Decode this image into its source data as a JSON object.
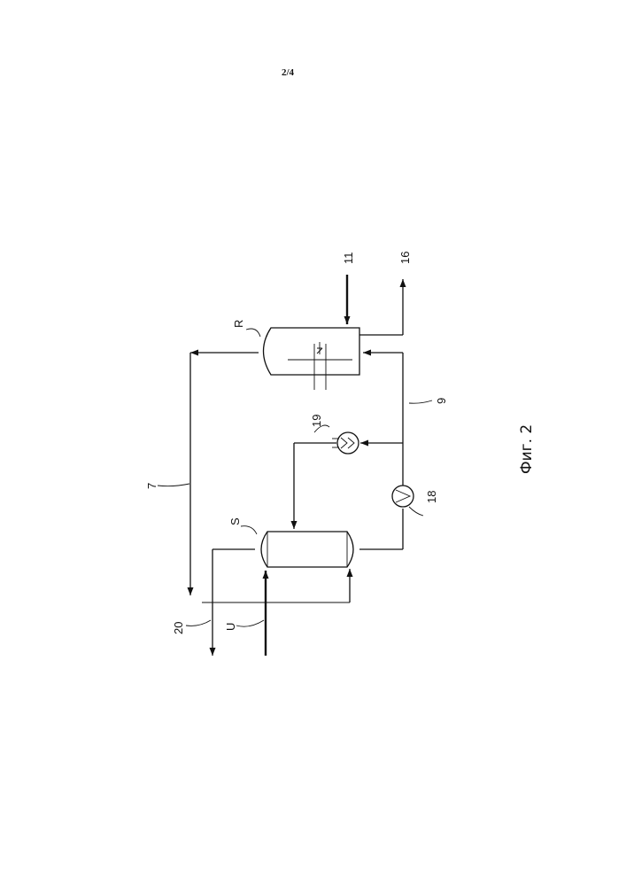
{
  "page": {
    "number": "2/4"
  },
  "figure": {
    "caption": "Фиг. 2"
  },
  "labels": {
    "reactor": "R",
    "separator": "S",
    "feed_u": "U",
    "stream_7": "7",
    "stream_9": "9",
    "stream_11": "11",
    "stream_16": "16",
    "pump_18": "18",
    "cooler_19": "19",
    "stream_20": "20"
  },
  "icons": {
    "pump": "pump-icon",
    "heat_exchanger": "heat-exchanger-icon",
    "reactor_vessel": "vessel-icon",
    "separator_vessel": "vessel-icon"
  }
}
